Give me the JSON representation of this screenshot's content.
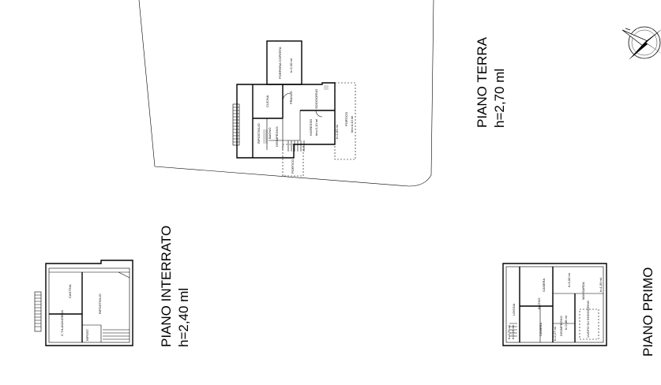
{
  "levels": {
    "ground": {
      "title": "PIANO TERRA",
      "height": "h=2,70 ml"
    },
    "basement": {
      "title": "PIANO INTERRATO",
      "height": "h=2,40 ml"
    },
    "first": {
      "title": "PIANO PRIMO"
    }
  },
  "rooms_ground": {
    "porch_top": "PORPERIA COPERTA",
    "porch_top_h": "h=2,30 ml",
    "kitchen": "CUCINA",
    "lunch": "PRANZO",
    "living": "SOGGIORNO",
    "storage": "RIPOSTIGLIO",
    "bath": "BAGNO",
    "hall": "DISIMPEGNO",
    "entrance": "INGRESSO",
    "entrance_h": "hm=2,10 ml",
    "portico_side": "PORTICO",
    "portico_side_h1": "h=2,83 ml",
    "portico_side_h2": "hm=4,10 ml",
    "portico_bottom": "PORTICO"
  },
  "rooms_basement": {
    "cellar": "CANTINA",
    "boiler": "C.T./LAVANDERIA",
    "storage_big": "RIPOSTIGLIO",
    "storage_small": "RIPOST."
  },
  "rooms_first": {
    "loggia": "LOGGIA",
    "bedroom1": "CAMERA",
    "bedroom2": "CAMERA",
    "bath": "BAGNO",
    "hall": "DISIMPEGNO",
    "hall_h": "h=2,48 ml",
    "attic": "MANSARDA",
    "void": "VUOTO SU SOGGIORNO",
    "h1": "h=3,00 ml",
    "h2": "h=1,00 ml",
    "h3": "h=2,70 ml",
    "h4": "h=2,16 ml",
    "h5": "h=2,27 ml"
  }
}
